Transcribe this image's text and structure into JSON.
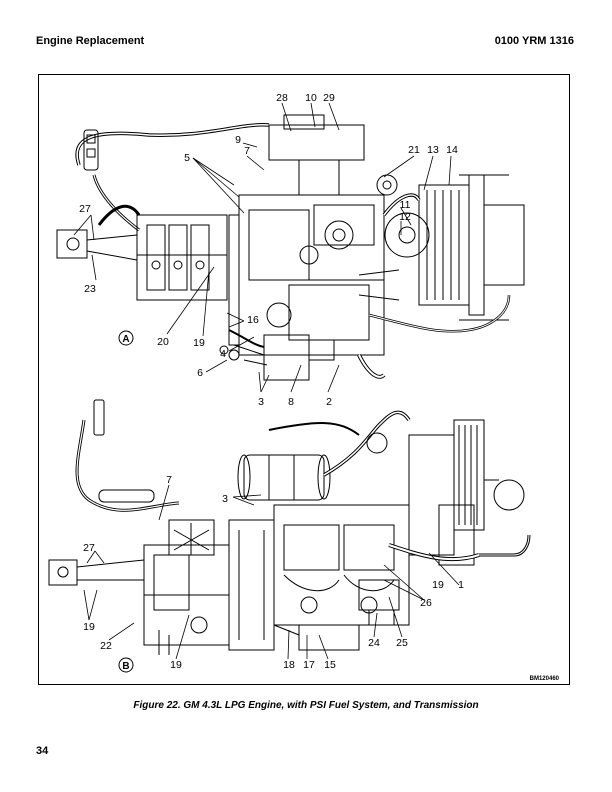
{
  "header": {
    "section": "Engine Replacement",
    "doc_code": "0100 YRM 1316"
  },
  "figure": {
    "view_a_letter": "A",
    "view_b_letter": "B",
    "image_code": "BM120460",
    "view_a_callouts": [
      "28",
      "10",
      "29",
      "9",
      "7",
      "5",
      "21",
      "13",
      "14",
      "27",
      "11",
      "12",
      "23",
      "16",
      "20",
      "19",
      "4",
      "6",
      "3",
      "8",
      "2"
    ],
    "view_b_callouts": [
      "7",
      "3",
      "27",
      "19",
      "1",
      "26",
      "19",
      "22",
      "24",
      "25",
      "19",
      "18",
      "17",
      "15"
    ]
  },
  "caption": "Figure 22. GM 4.3L LPG Engine, with PSI Fuel System, and Transmission",
  "page_number": "34"
}
